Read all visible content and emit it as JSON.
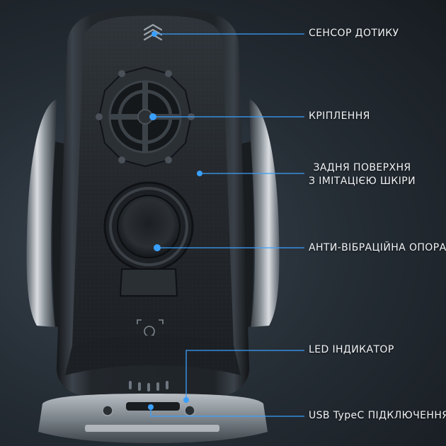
{
  "accent_color": "#3aa0ff",
  "callouts": {
    "touch_sensor": "СЕНСОР ДОТИКУ",
    "mount": "КРІПЛЕННЯ",
    "back_surface_line1": "ЗАДНЯ ПОВЕРХНЯ",
    "back_surface_line2": "З ІМІТАЦІЄЮ ШКІРИ",
    "anti_vibration": "АНТИ-ВІБРАЦІЙНА ОПОРА",
    "led": "LED ІНДИКАТОР",
    "usb": "USB TypeC ПІДКЛЮЧЕННЯ"
  }
}
